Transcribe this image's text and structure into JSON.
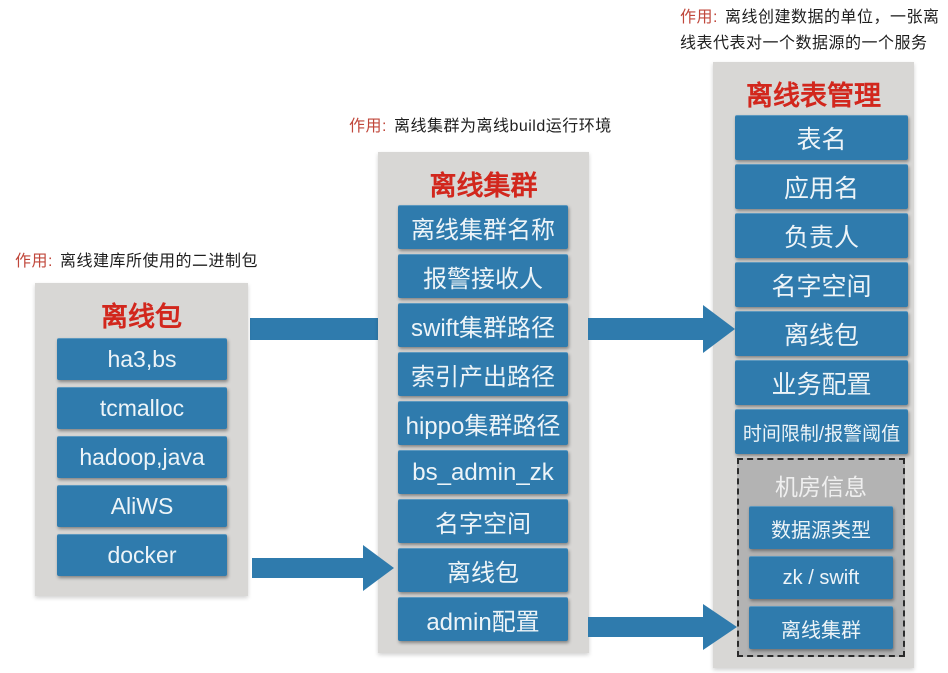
{
  "annotations": {
    "package": {
      "label": "作用:",
      "text": "离线建库所使用的二进制包"
    },
    "cluster": {
      "label": "作用:",
      "text": "离线集群为离线build运行环境"
    },
    "table": {
      "label": "作用:",
      "text": "离线创建数据的单位，一张离线表代表对一个数据源的一个服务"
    }
  },
  "panels": {
    "offline_package": {
      "title": "离线包",
      "items": [
        "ha3,bs",
        "tcmalloc",
        "hadoop,java",
        "AliWS",
        "docker"
      ]
    },
    "offline_cluster": {
      "title": "离线集群",
      "items": [
        "离线集群名称",
        "报警接收人",
        "swift集群路径",
        "索引产出路径",
        "hippo集群路径",
        "bs_admin_zk",
        "名字空间",
        "离线包",
        "admin配置"
      ]
    },
    "offline_table": {
      "title": "离线表管理",
      "items": [
        "表名",
        "应用名",
        "负责人",
        "名字空间",
        "离线包",
        "业务配置",
        "时间限制/报警阈值"
      ],
      "subgroup": {
        "title": "机房信息",
        "items": [
          "数据源类型",
          "zk / swift",
          "离线集群"
        ]
      }
    }
  },
  "colors": {
    "box_blue": "#2f7bad",
    "arrow_blue": "#2f7bad",
    "panel_gray": "#d8d7d5",
    "subgroup_gray": "#b3b3b3",
    "title_red": "#d2271d",
    "annotation_label_red": "#c0473b",
    "box_text": "#edf4f8"
  }
}
